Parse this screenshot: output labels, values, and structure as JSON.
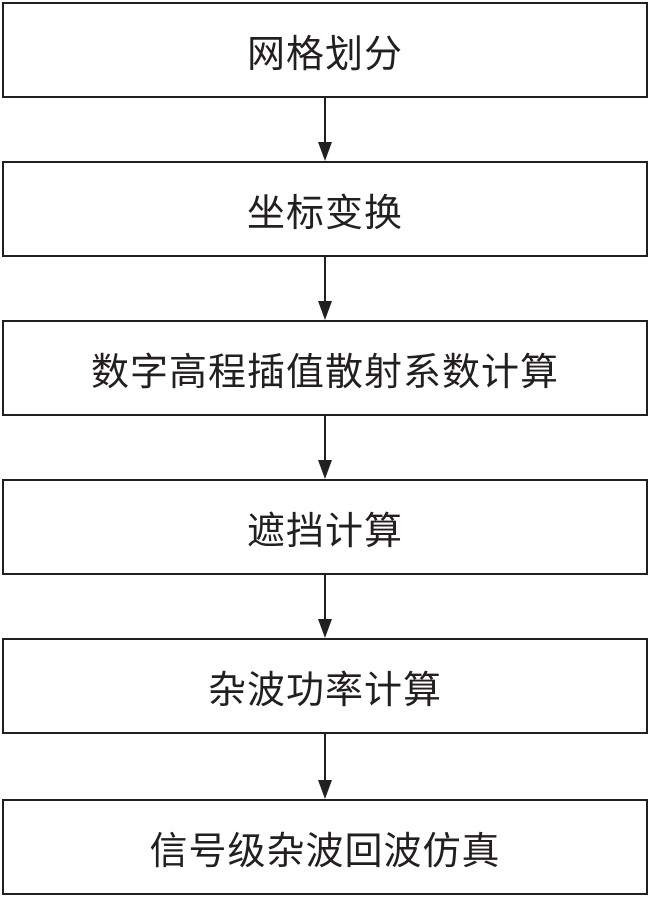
{
  "flowchart": {
    "steps": [
      {
        "label": "网格划分"
      },
      {
        "label": "坐标变换"
      },
      {
        "label": "数字高程插值散射系数计算"
      },
      {
        "label": "遮挡计算"
      },
      {
        "label": "杂波功率计算"
      },
      {
        "label": "信号级杂波回波仿真"
      }
    ]
  },
  "colors": {
    "stroke": "#231f20",
    "text": "#231f20",
    "background": "#ffffff"
  }
}
